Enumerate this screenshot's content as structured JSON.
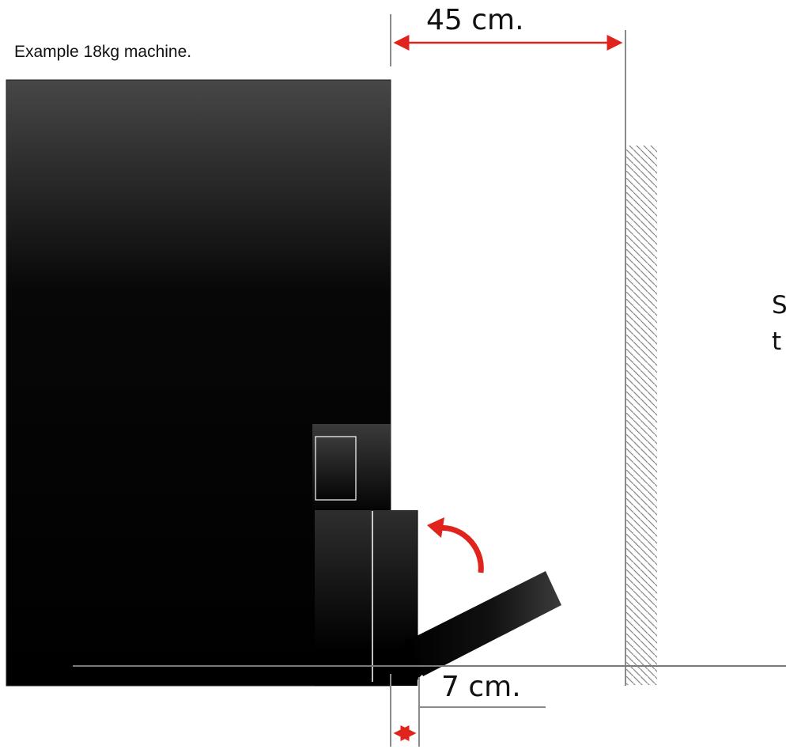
{
  "caption": "Example 18kg machine.",
  "dimensions": {
    "top_clearance": "45 cm.",
    "bottom_clearance": "7 cm."
  },
  "side_text": {
    "line1": "S",
    "line2": "t"
  },
  "colors": {
    "machine_dark": "#000000",
    "machine_light": "#4a4a4a",
    "dimension_arrow": "#e0231c",
    "wall_line": "#8a8a8a",
    "floor_line": "#7a7a7a"
  }
}
